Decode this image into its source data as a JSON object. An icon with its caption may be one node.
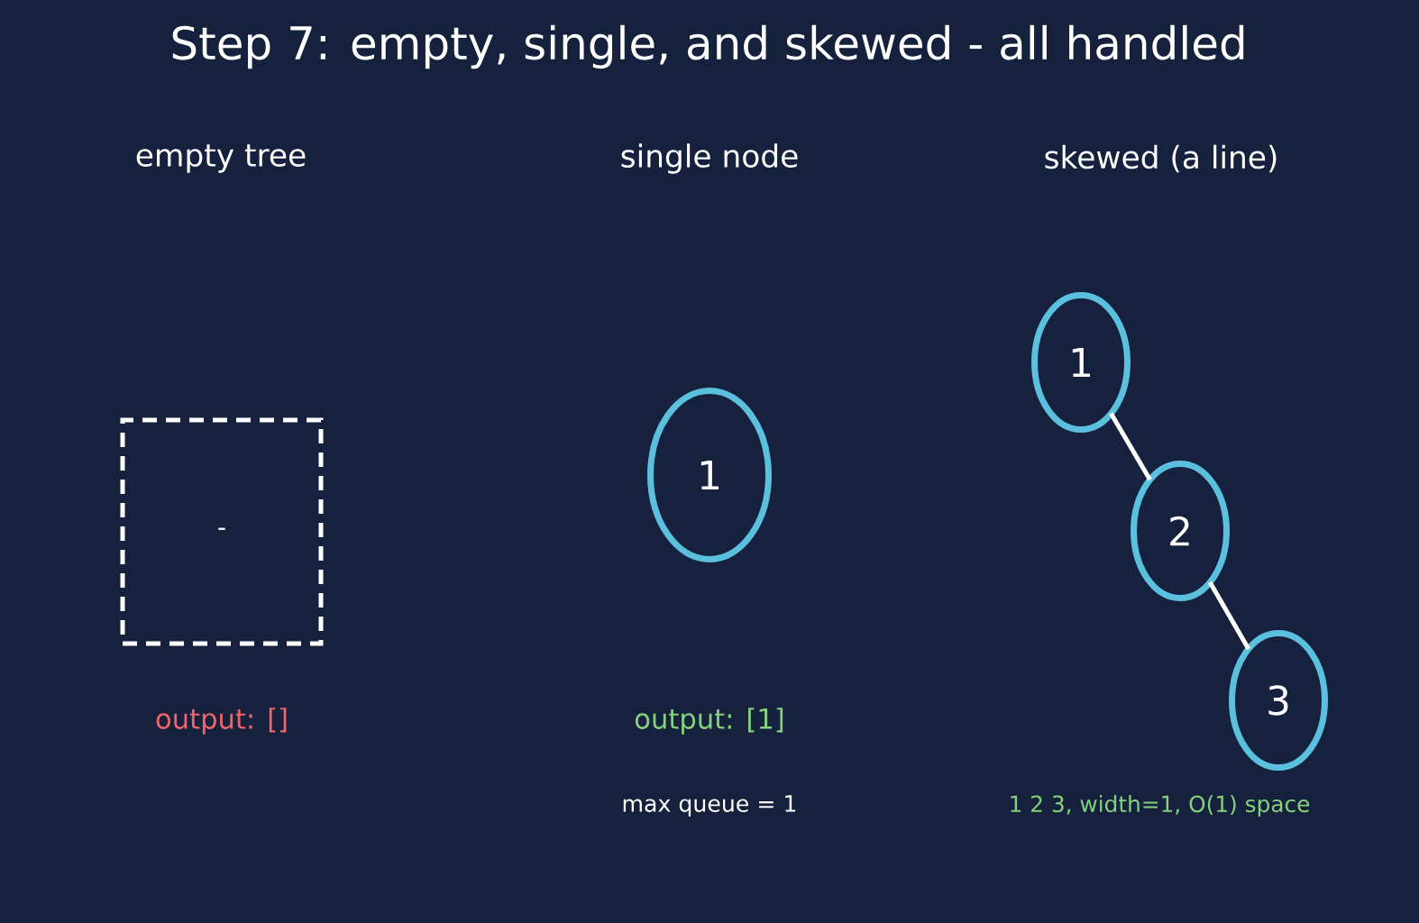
{
  "diagram": {
    "title": "Step 7: empty, single, and skewed - all handled",
    "nodes": [
      {
        "text": [
          "-"
        ]
      },
      {
        "text": [
          "1"
        ]
      },
      {
        "text": [
          "1"
        ]
      },
      {
        "text": [
          "2"
        ]
      },
      {
        "text": [
          "3"
        ]
      }
    ],
    "edges": [
      {
        "from": 2,
        "to": 3,
        "arrow": "none"
      },
      {
        "from": 3,
        "to": 4,
        "arrow": "none"
      }
    ],
    "labels": [
      "empty tree",
      "single node",
      "skewed (a line)",
      "output: []",
      "output: [1]",
      "max queue = 1",
      "1 2 3, width=1, O(1) space"
    ]
  }
}
